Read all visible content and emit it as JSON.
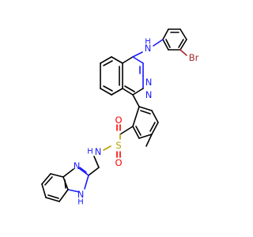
{
  "colors": {
    "background": "#ffffff",
    "carbon": "#000000",
    "nitrogen": "#1a1aff",
    "oxygen": "#ff0000",
    "sulfur": "#b8a000",
    "bromine": "#a52a2a"
  },
  "atoms": {
    "nh_top_n": "N",
    "nh_top_h": "H",
    "br": "Br",
    "phth_n1": "N",
    "phth_n2": "N",
    "sulfur": "S",
    "o1": "O",
    "o2": "O",
    "sulfonamide_n": "N",
    "sulfonamide_h": "H",
    "benzimid_n": "N",
    "benzimid_nh_n": "N",
    "benzimid_nh_h": "H"
  }
}
